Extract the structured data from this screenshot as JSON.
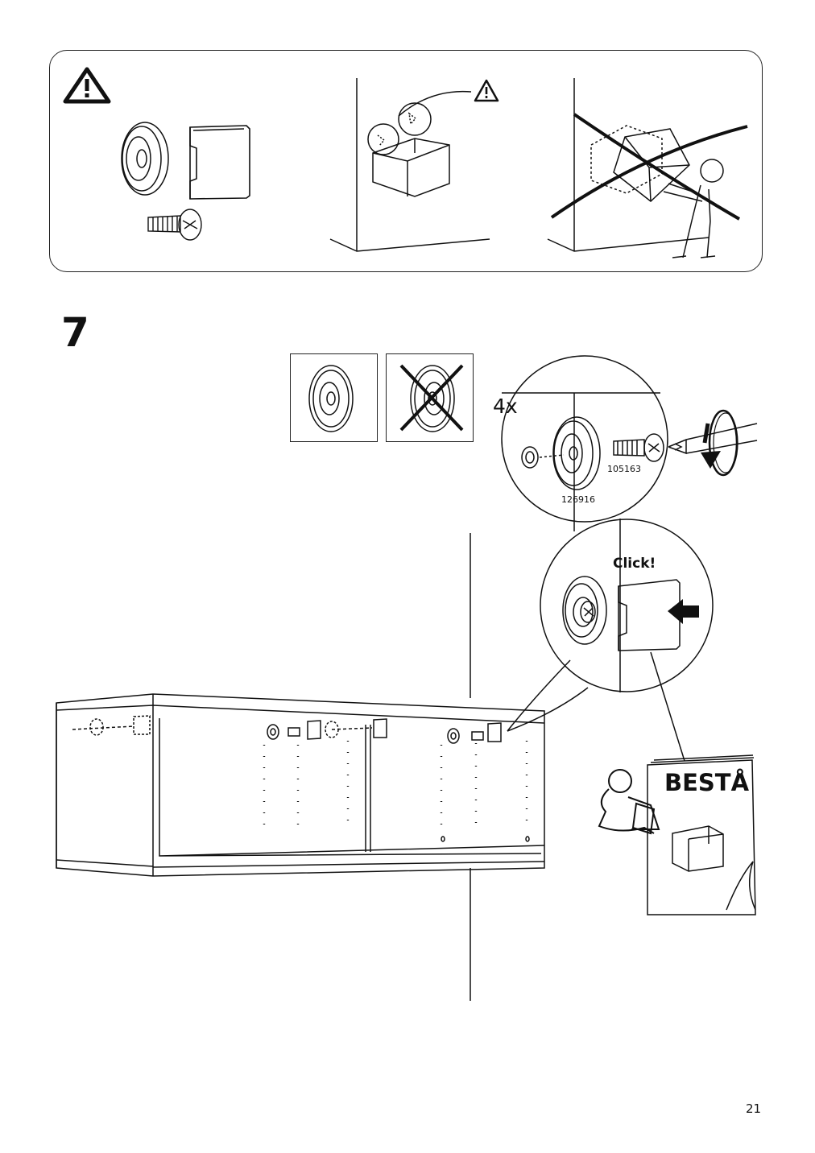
{
  "step": {
    "number": "7",
    "quantity": "4x"
  },
  "parts": {
    "washer_part": "126916",
    "screw_part": "105163"
  },
  "click_label": "Click!",
  "booklet": {
    "title": "BESTÅ"
  },
  "page": {
    "number": "21"
  },
  "icons": [
    "warning-triangle-icon",
    "rotate-arrow-icon",
    "push-arrow-icon",
    "reading-person-icon"
  ]
}
